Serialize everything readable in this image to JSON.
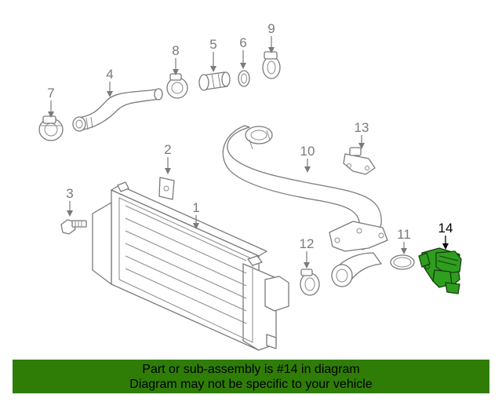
{
  "callouts": {
    "c1": "1",
    "c2": "2",
    "c3": "3",
    "c4": "4",
    "c5": "5",
    "c6": "6",
    "c7": "7",
    "c8": "8",
    "c9": "9",
    "c10": "10",
    "c11": "11",
    "c12": "12",
    "c13": "13",
    "c14": "14"
  },
  "highlight": {
    "callout": "14",
    "color": "#2e9e1e"
  },
  "banner": {
    "line1": "Part or sub-assembly is #14 in diagram",
    "line2": "Diagram may not be specific to your vehicle",
    "color": "#2f7d07"
  }
}
